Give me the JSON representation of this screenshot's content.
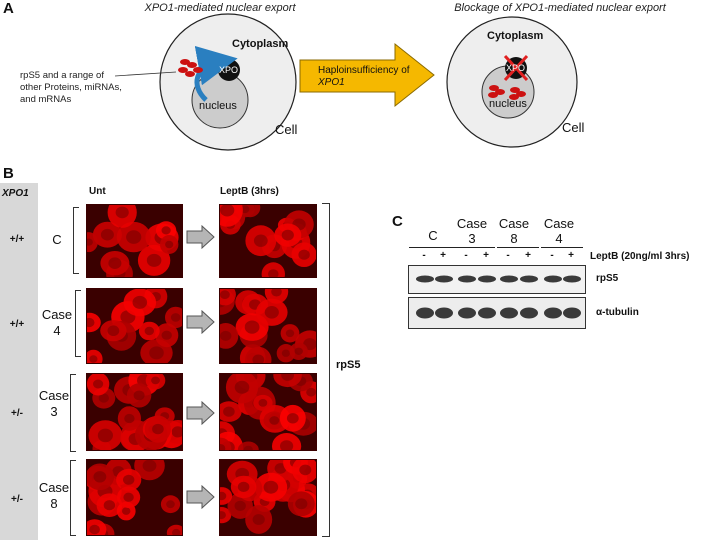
{
  "panel_a": {
    "letter": "A",
    "left_title": "XPO1-mediated nuclear export",
    "right_title": "Blockage of XPO1-mediated nuclear export",
    "cytoplasm_label": "Cytoplasm",
    "nucleus_label": "nucleus",
    "xpo_label": "XPO",
    "cell_label": "Cell",
    "cargo_label_lines": [
      "rpS5 and a range of",
      "other Proteins, miRNAs,",
      "and mRNAs"
    ],
    "arrow_text_line1": "Haploinsufficiency of",
    "arrow_text_line2": "XPO1",
    "colors": {
      "arrow_fill": "#f5b800",
      "cell_fill": "#eeeeee",
      "nucleus_fill": "#cccccc",
      "cargo": "#cc1111",
      "export_arrow": "#2a7fc0",
      "block_x": "#e02020"
    }
  },
  "panel_b": {
    "letter": "B",
    "gene_header": "XPO1",
    "col_untreated": "Unt",
    "col_treated": "LeptB (3hrs)",
    "stain_label": "rpS5",
    "rows": [
      {
        "genotype": "+/+",
        "sample": "C"
      },
      {
        "genotype": "+/+",
        "sample": "Case 4"
      },
      {
        "genotype": "+/-",
        "sample": "Case 3"
      },
      {
        "genotype": "+/-",
        "sample": "Case 8"
      }
    ],
    "colors": {
      "sidebar": "#d8d8d8",
      "fluor": "#e00000",
      "background": "#3a0000",
      "arrow": "#b5b5b5"
    }
  },
  "panel_c": {
    "letter": "C",
    "groups": [
      "C",
      "Case 3",
      "Case 8",
      "Case 4"
    ],
    "treatment_signs": [
      "-",
      "+",
      "-",
      "+",
      "-",
      "+",
      "-",
      "+"
    ],
    "treatment_label": "LeptB (20ng/ml 3hrs)",
    "blots": [
      {
        "label": "rpS5"
      },
      {
        "label": "α-tubulin"
      }
    ]
  }
}
